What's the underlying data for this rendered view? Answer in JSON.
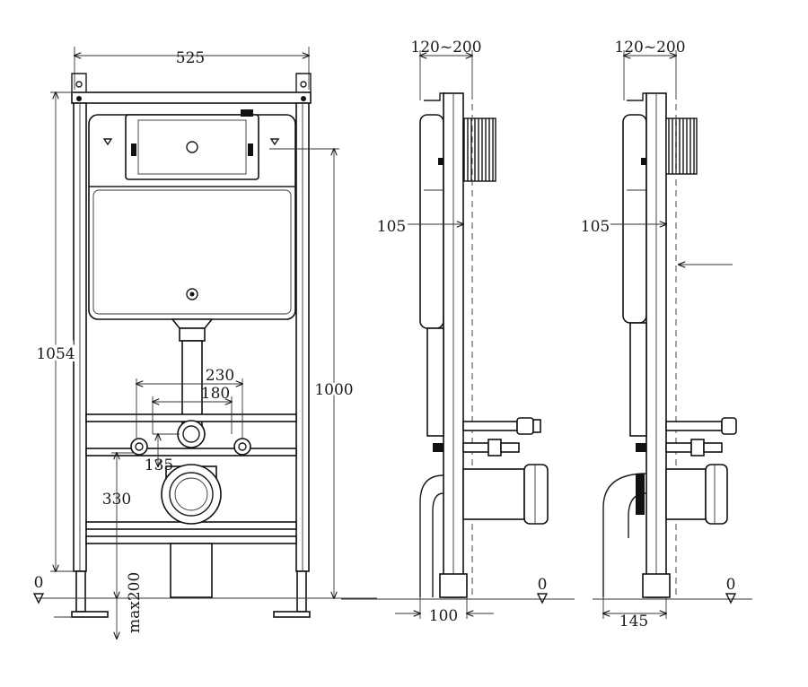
{
  "front_view": {
    "width_label": "525",
    "height_total_label": "1054",
    "height_frame_label": "1000",
    "pipe_spacing_outer": "230",
    "pipe_spacing_inner": "180",
    "inlet_offset_label": "135",
    "outlet_height_label": "330",
    "leg_extension_label": "max200",
    "zero_label": "0"
  },
  "side_view_a": {
    "depth_range_label": "120~200",
    "cistern_offset_label": "105",
    "base_depth_label": "100",
    "zero_label": "0"
  },
  "side_view_b": {
    "depth_range_label": "120~200",
    "cistern_offset_label": "105",
    "base_depth_label": "145",
    "zero_label": "0"
  },
  "icons": [
    "flush-button-icon",
    "level-arrow-icon",
    "ground-mark-icon"
  ]
}
